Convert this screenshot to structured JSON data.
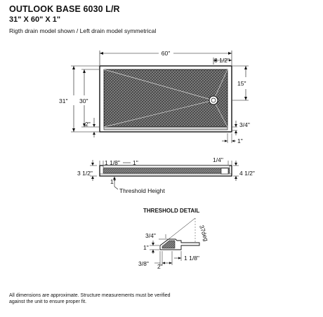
{
  "header": {
    "title": "OUTLOOK BASE 6030 L/R",
    "size": "31\" X 60\" X 1\"",
    "note": "Rigth drain model shown / Left drain model symmetrical"
  },
  "top_view": {
    "width_label": "60\"",
    "drain_offset_label": "8 1/2\"",
    "drain_height_label": "15\"",
    "outer_depth_label": "31\"",
    "inner_depth_label": "30\"",
    "threshold_label": "2\"",
    "flange_label": "3/4\"",
    "side_flange_label": "1\""
  },
  "side_view": {
    "left_height_label": "3 1/2\"",
    "left_flange_label": "1 1/8\"",
    "left_top_label": "1\"",
    "right_top_label": "1/4\"",
    "right_height_label": "4 1/2\"",
    "bottom_label": "1\"",
    "threshold_height_label": "Threshold Height"
  },
  "threshold_detail": {
    "heading": "THRESHOLD DETAIL",
    "lip_label": "3/4\"",
    "angle_label": "37deg",
    "height_label": "1\"",
    "base_label": "3/8\"",
    "width_label": "2\"",
    "flange_label": "1 1/8\""
  },
  "footer": {
    "disclaimer": "All dimensions are approximate. Structure measurements must be verified against the unit to ensure proper fit."
  }
}
